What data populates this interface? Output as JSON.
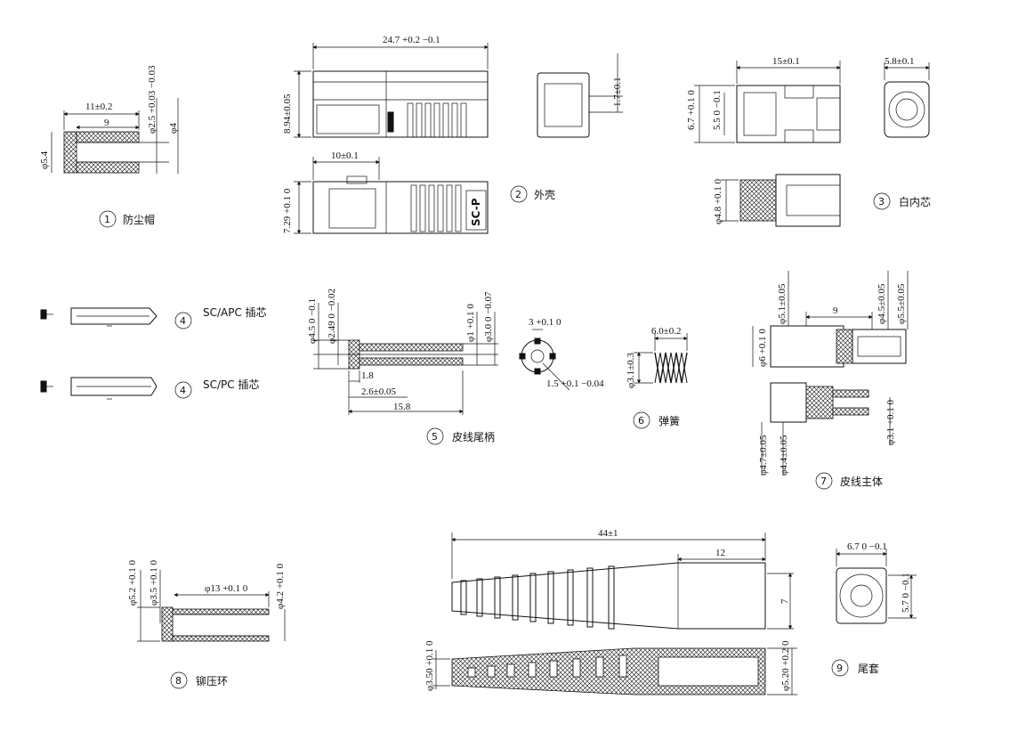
{
  "parts": [
    {
      "no": "1",
      "name": "防尘帽",
      "dims": [
        "11±0.2",
        "9",
        "φ2.5 +0.03 −0.03",
        "φ4",
        "φ5.4"
      ]
    },
    {
      "no": "2",
      "name": "外壳",
      "dims": [
        "24.7 +0.2 −0.1",
        "8.94±0.05",
        "1.7±0.1",
        "10±0.1",
        "7.29 +0.1 0"
      ],
      "marking": "SC-P"
    },
    {
      "no": "3",
      "name": "白内芯",
      "dims": [
        "15±0.1",
        "5.8±0.1",
        "6.7 +0.1 0",
        "5.5 0 −0.1",
        "φ4.8 +0.1 0"
      ]
    },
    {
      "no": "4",
      "name": "SC/APC 插芯"
    },
    {
      "no": "4",
      "name": "SC/PC 插芯"
    },
    {
      "no": "5",
      "name": "皮线尾柄",
      "dims": [
        "φ4.5 0 −0.1",
        "φ2.49 0 −0.02",
        "φ1 +0.1 0",
        "φ3.0 0 −0.07",
        "1.8",
        "2.6±0.05",
        "15.8",
        "3 +0.1 0",
        "1.5 +0.1 −0.04"
      ]
    },
    {
      "no": "6",
      "name": "弹簧",
      "dims": [
        "6.0±0.2",
        "φ3.1±0.3"
      ]
    },
    {
      "no": "7",
      "name": "皮线主体",
      "dims": [
        "φ5.1±0.05",
        "φ4.5±0.05",
        "φ5.5±0.05",
        "9",
        "φ6 +0.1 0",
        "φ4.7±0.05",
        "φ4.4±0.05",
        "φ3.1 +0.1 0"
      ]
    },
    {
      "no": "8",
      "name": "铆压环",
      "dims": [
        "φ5.2 +0.1 0",
        "φ3.5 +0.1 0",
        "φ13 +0.1 0",
        "φ4.2 +0.1 0"
      ]
    },
    {
      "no": "9",
      "name": "尾套",
      "dims": [
        "44±1",
        "12",
        "7",
        "6.7 0 −0.1",
        "5.7 0 −0.1",
        "φ3.50 +0.1 0",
        "φ5.20 +0.2 0"
      ]
    }
  ]
}
